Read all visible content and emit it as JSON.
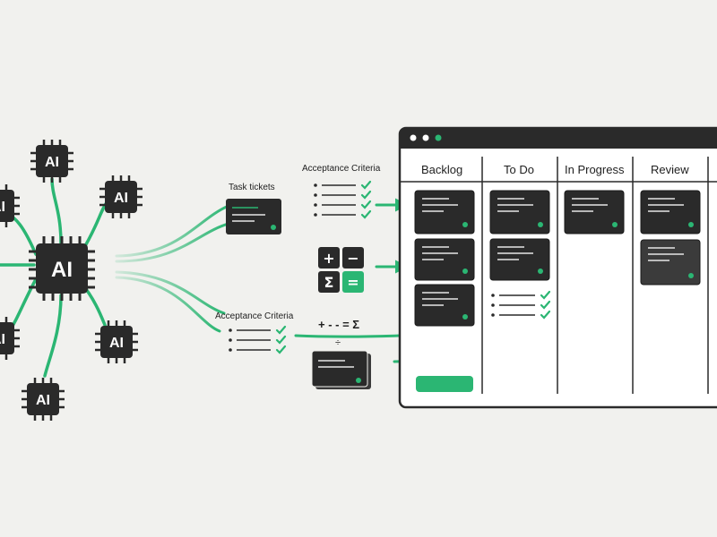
{
  "chips": {
    "central_label": "AI",
    "satellite_label": "AI"
  },
  "labels": {
    "task_tickets": "Task tickets",
    "acceptance_criteria_top": "Acceptance Criteria",
    "acceptance_criteria_bottom": "Acceptance Criteria",
    "math_expression": "+ - - = Σ",
    "division_sign": "÷"
  },
  "math_keys": [
    "+",
    "−",
    "Σ",
    "="
  ],
  "board": {
    "columns": [
      "Backlog",
      "To Do",
      "In Progress",
      "Review"
    ]
  },
  "colors": {
    "accent": "#2bb673",
    "dark": "#2a2a2a",
    "background": "#f1f1ee"
  },
  "icons": [
    "check-icon",
    "bullet-icon"
  ]
}
